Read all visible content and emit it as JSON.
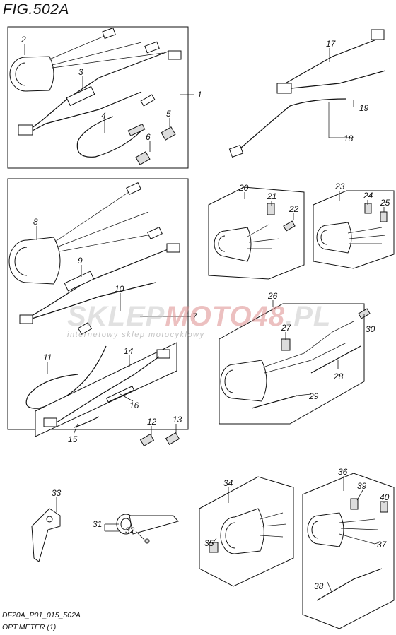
{
  "figure": {
    "title": "FIG.502A",
    "code": "DF20A_P01_015_502A",
    "name": "OPT:METER (1)"
  },
  "watermark": {
    "brand_part1": "SKLEP",
    "brand_part2": "MOTO",
    "brand_part3": "48",
    "brand_part4": ".PL",
    "tagline": "internetowy sklep motocyklowy"
  },
  "callouts": [
    "1",
    "2",
    "3",
    "4",
    "5",
    "6",
    "7",
    "8",
    "9",
    "10",
    "11",
    "12",
    "13",
    "14",
    "15",
    "16",
    "17",
    "18",
    "19",
    "20",
    "21",
    "22",
    "23",
    "24",
    "25",
    "26",
    "27",
    "28",
    "29",
    "30",
    "31",
    "32",
    "33",
    "34",
    "35",
    "36",
    "37",
    "38",
    "39",
    "40"
  ]
}
